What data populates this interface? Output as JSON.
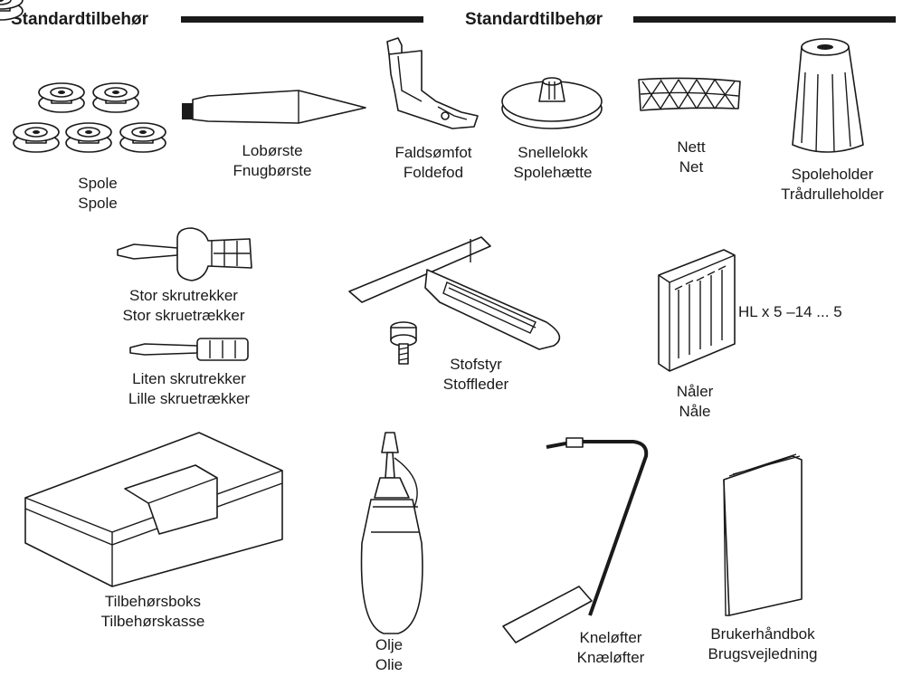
{
  "headers": {
    "left": "Standardtilbehør",
    "right": "Standardtilbehør"
  },
  "items": {
    "bobbins": {
      "no": "Spole",
      "da": "Spole"
    },
    "lint_brush": {
      "no": "Lobørste",
      "da": "Fnugbørste"
    },
    "hemmer_foot": {
      "no": "Faldsømfot",
      "da": "Foldefod"
    },
    "spool_cap": {
      "no": "Snellelokk",
      "da": "Spolehætte"
    },
    "net": {
      "no": "Nett",
      "da": "Net"
    },
    "spool_holder": {
      "no": "Spoleholder",
      "da": "Trådrulleholder"
    },
    "large_screwdriver": {
      "no": "Stor skrutrekker",
      "da": "Stor skruetrækker"
    },
    "small_screwdriver": {
      "no": "Liten skrutrekker",
      "da": "Lille skruetrækker"
    },
    "fabric_guide": {
      "no": "Stofstyr",
      "da": "Stoffleder"
    },
    "needles": {
      "no": "Nåler",
      "da": "Nåle",
      "spec": "HL x 5 –14 ... 5"
    },
    "accessory_box": {
      "no": "Tilbehørsboks",
      "da": "Tilbehørskasse"
    },
    "oil": {
      "no": "Olje",
      "da": "Olie"
    },
    "knee_lifter": {
      "no": "Kneløfter",
      "da": "Knæløfter"
    },
    "manual": {
      "no": "Brukerhåndbok",
      "da": "Brugsvejledning"
    }
  }
}
